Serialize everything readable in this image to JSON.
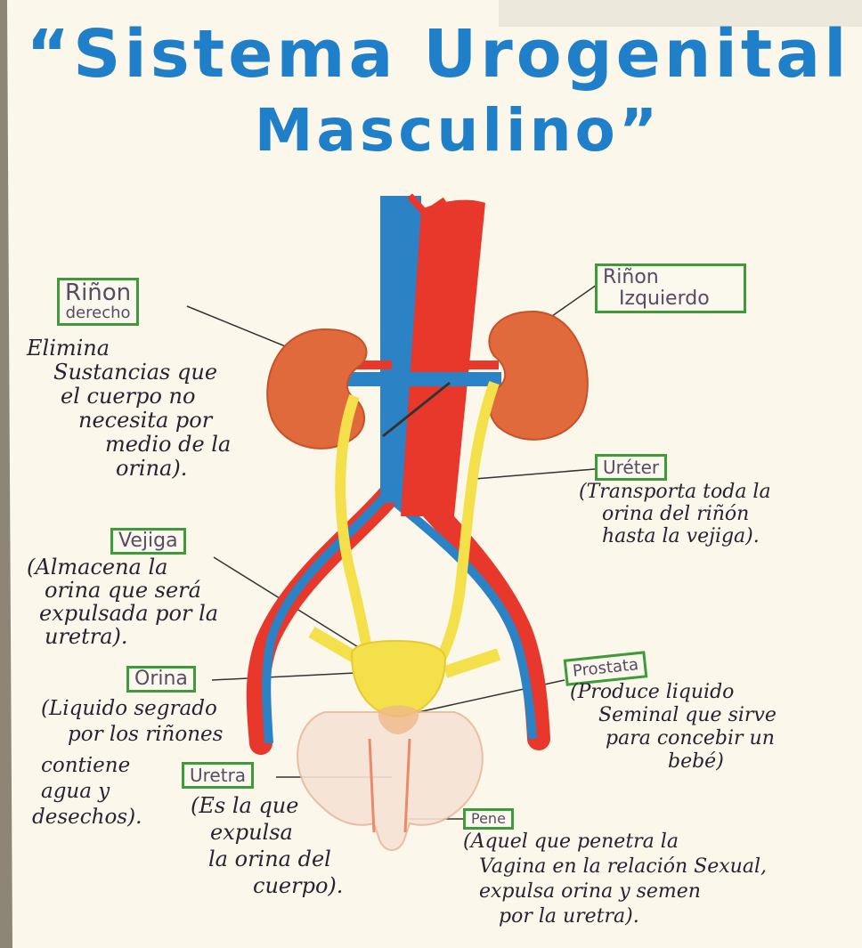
{
  "title": {
    "line1": "“Sistema Urogenital",
    "line2": "Masculino”"
  },
  "labels": {
    "rinon_derecho": {
      "line1": "Riñon",
      "line2": "derecho",
      "desc": [
        "Elimina",
        "Sustancias que",
        "el cuerpo no",
        "necesita por",
        "medio de la",
        "orina)."
      ]
    },
    "rinon_izquierdo": {
      "line1": "Riñon",
      "line2": "Izquierdo"
    },
    "ureter": {
      "name": "Uréter",
      "desc": [
        "(Transporta toda la",
        "orina del riñón",
        "hasta la vejiga)."
      ]
    },
    "vejiga": {
      "name": "Vejiga",
      "desc": [
        "(Almacena la",
        "orina que será",
        "expulsada por la",
        "uretra)."
      ]
    },
    "orina": {
      "name": "Orina",
      "desc": [
        "(Liquido segrado",
        "por los riñones",
        "contiene",
        "agua y",
        "desechos)."
      ]
    },
    "prostata": {
      "name": "Prostata",
      "desc": [
        "(Produce liquido",
        "Seminal que sirve",
        "para concebir un",
        "bebé)"
      ]
    },
    "uretra": {
      "name": "Uretra",
      "desc": [
        "(Es la que",
        "expulsa",
        "la orina del",
        "cuerpo)."
      ]
    },
    "pene": {
      "name": "Pene",
      "desc": [
        "(Aquel que penetra la",
        "Vagina en la relación Sexual,",
        "expulsa orina y semen",
        "por la uretra)."
      ]
    }
  },
  "colors": {
    "paper": "#fbf7ea",
    "title": "#1f7fc8",
    "label_border": "#3e9a3a",
    "artery": "#e8372b",
    "vein": "#2b83c6",
    "kidney": "#e06a3c",
    "ureter": "#f4e04a",
    "prostate": "#f0c9b2"
  }
}
